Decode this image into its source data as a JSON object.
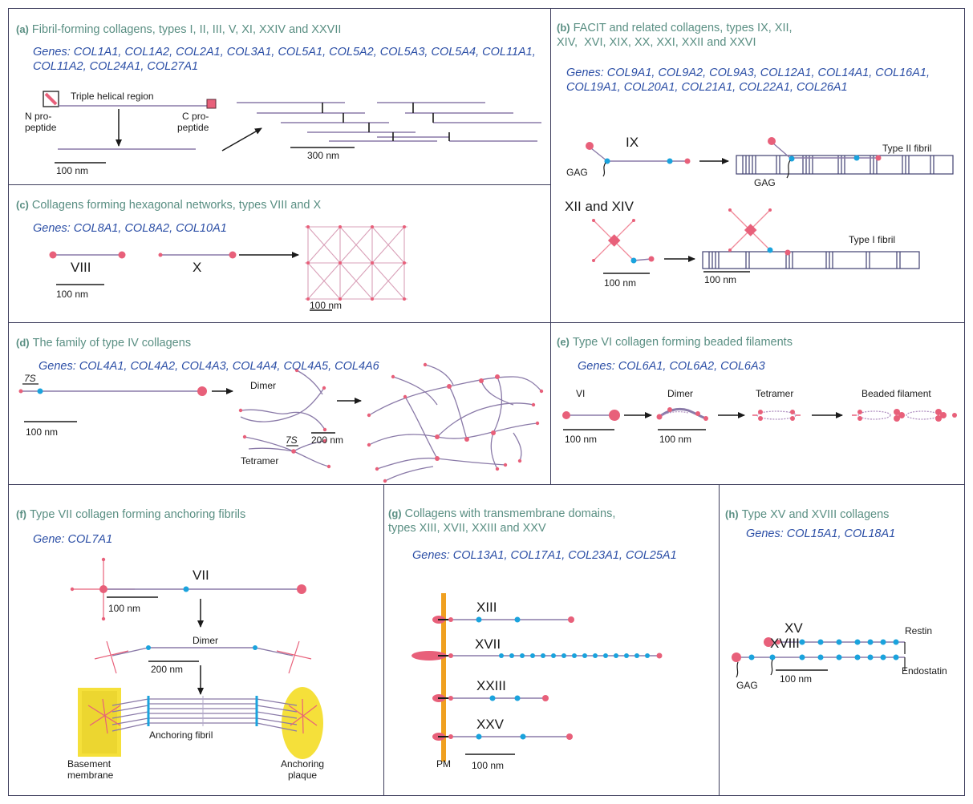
{
  "colors": {
    "border": "#3d3d5c",
    "title": "#5a8f83",
    "genes": "#2c4fa6",
    "helix": "#8a7aa8",
    "pink": "#e8607a",
    "blue": "#1aa3dd",
    "orange": "#f0a020",
    "yellow": "#f5e03a",
    "salmon": "#f08a9a"
  },
  "a": {
    "letter": "(a)",
    "title": "Fibril-forming collagens, types I, II, III, V, XI, XXIV and XXVII",
    "genes": "Genes: COL1A1, COL1A2, COL2A1, COL3A1, COL5A1, COL5A2, COL5A3, COL5A4, COL11A1, COL11A2, COL24A1, COL27A1",
    "triple": "Triple helical region",
    "n_pro": "N pro-\npeptide",
    "c_pro": "C pro-\npeptide",
    "scale1": "100 nm",
    "scale2": "300 nm"
  },
  "b": {
    "letter": "(b)",
    "title": "FACIT and related collagens, types IX, XII,\nXIV,  XVI, XIX, XX, XXI, XXII and XXVI",
    "genes": "Genes: COL9A1, COL9A2, COL9A3, COL12A1, COL14A1, COL16A1, COL19A1, COL20A1, COL21A1, COL22A1, COL26A1",
    "ix": "IX",
    "gag1": "GAG",
    "gag2": "GAG",
    "fibril2": "Type II fibril",
    "xii": "XII and XIV",
    "fibril1": "Type I fibril",
    "scale1": "100 nm",
    "scale2": "100 nm"
  },
  "c": {
    "letter": "(c)",
    "title": "Collagens forming hexagonal networks, types VIII and X",
    "genes": "Genes: COL8A1, COL8A2, COL10A1",
    "viii": "VIII",
    "x": "X",
    "scale1": "100 nm",
    "scale2": "100 nm"
  },
  "d": {
    "letter": "(d)",
    "title": "The family of type IV collagens",
    "genes": "Genes: COL4A1, COL4A2, COL4A3, COL4A4, COL4A5, COL4A6",
    "s7": "7S",
    "s7b": "7S",
    "dimer": "Dimer",
    "tetramer": "Tetramer",
    "scale1": "100 nm",
    "scale2": "200 nm"
  },
  "e": {
    "letter": "(e)",
    "title": "Type VI collagen forming beaded filaments",
    "genes": "Genes: COL6A1, COL6A2, COL6A3",
    "vi": "VI",
    "dimer": "Dimer",
    "tetramer": "Tetramer",
    "beaded": "Beaded filament",
    "scale1": "100 nm",
    "scale2": "100 nm"
  },
  "f": {
    "letter": "(f)",
    "title": "Type VII collagen forming anchoring fibrils",
    "genes": "Gene: COL7A1",
    "vii": "VII",
    "dimer": "Dimer",
    "fibril": "Anchoring fibril",
    "bm": "Basement\nmembrane",
    "plaque": "Anchoring\nplaque",
    "scale1": "100 nm",
    "scale2": "200 nm"
  },
  "g": {
    "letter": "(g)",
    "title": "Collagens with transmembrane domains,\ntypes XIII, XVII, XXIII and XXV",
    "genes": "Genes: COL13A1, COL17A1, COL23A1, COL25A1",
    "xiii": "XIII",
    "xvii": "XVII",
    "xxiii": "XXIII",
    "xxv": "XXV",
    "pm": "PM",
    "scale": "100 nm"
  },
  "h": {
    "letter": "(h)",
    "title": "Type XV and XVIII collagens",
    "genes": "Genes: COL15A1, COL18A1",
    "xv": "XV",
    "xviii": "XVIII",
    "restin": "Restin",
    "endostatin": "Endostatin",
    "gag": "GAG",
    "scale": "100 nm"
  }
}
